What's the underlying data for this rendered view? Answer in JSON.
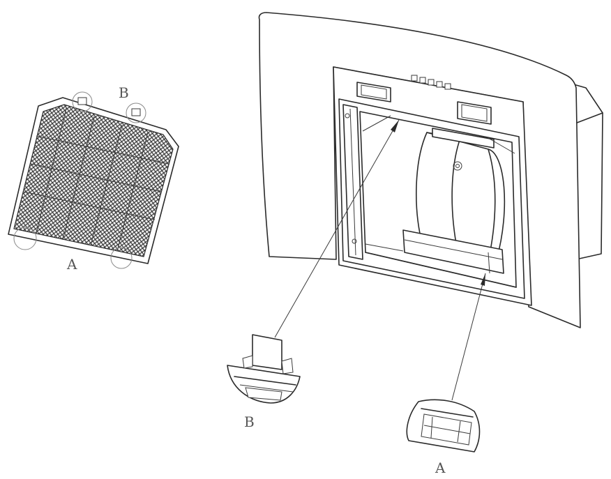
{
  "labels": {
    "filter_top": "B",
    "filter_bottom": "A",
    "detail_b": "B",
    "detail_a": "A"
  },
  "colors": {
    "line": "#2a2a2a",
    "label": "#555555",
    "mesh": "#3a3a3a",
    "background": "#ffffff"
  }
}
